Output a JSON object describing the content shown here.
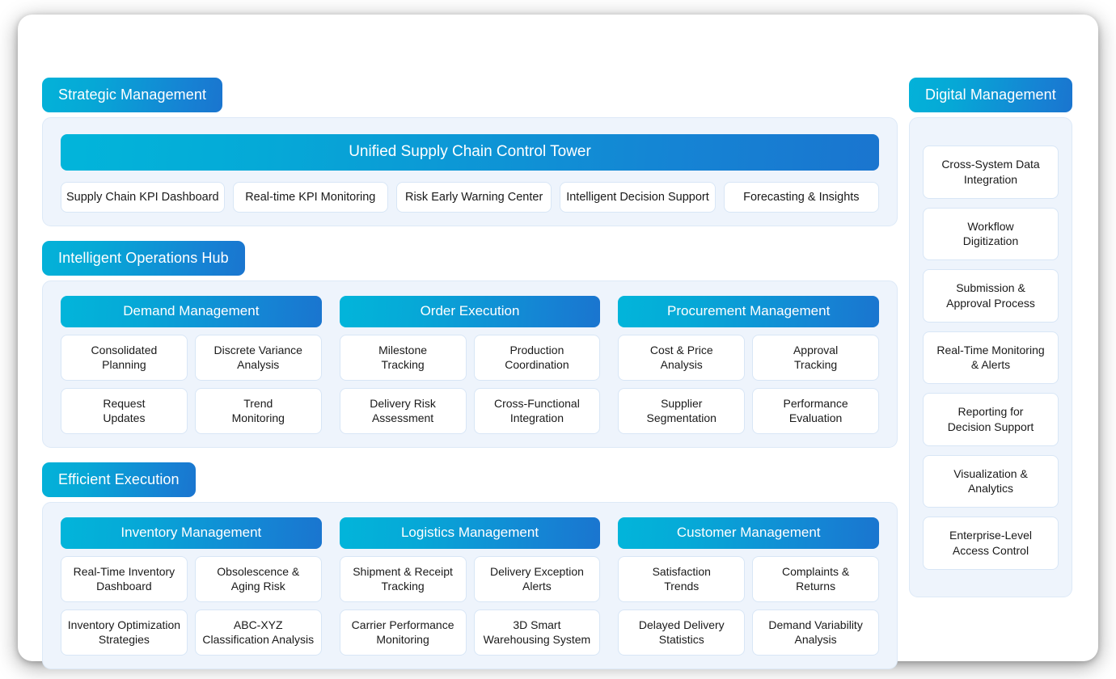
{
  "tiers": [
    {
      "title": "Strategic Management",
      "banner": "Unified Supply Chain Control Tower",
      "chips": [
        "Supply Chain KPI Dashboard",
        "Real-time KPI Monitoring",
        "Risk Early Warning Center",
        "Intelligent Decision Support",
        "Forecasting & Insights"
      ]
    },
    {
      "title": "Intelligent Operations Hub",
      "groups": [
        {
          "name": "Demand Management",
          "tiles": [
            "Consolidated\nPlanning",
            "Discrete Variance\nAnalysis",
            "Request\nUpdates",
            "Trend\nMonitoring"
          ]
        },
        {
          "name": "Order Execution",
          "tiles": [
            "Milestone\nTracking",
            "Production\nCoordination",
            "Delivery Risk\nAssessment",
            "Cross-Functional\nIntegration"
          ]
        },
        {
          "name": "Procurement Management",
          "tiles": [
            "Cost & Price\nAnalysis",
            "Approval\nTracking",
            "Supplier\nSegmentation",
            "Performance\nEvaluation"
          ]
        }
      ]
    },
    {
      "title": "Efficient Execution",
      "groups": [
        {
          "name": "Inventory Management",
          "tiles": [
            "Real-Time Inventory\nDashboard",
            "Obsolescence &\nAging Risk",
            "Inventory Optimization\nStrategies",
            "ABC-XYZ\nClassification Analysis"
          ]
        },
        {
          "name": "Logistics Management",
          "tiles": [
            "Shipment & Receipt\nTracking",
            "Delivery Exception\nAlerts",
            "Carrier Performance\nMonitoring",
            "3D Smart\nWarehousing System"
          ]
        },
        {
          "name": "Customer Management",
          "tiles": [
            "Satisfaction\nTrends",
            "Complaints &\nReturns",
            "Delayed Delivery\nStatistics",
            "Demand Variability\nAnalysis"
          ]
        }
      ]
    }
  ],
  "sidebar": {
    "title": "Digital Management",
    "items": [
      "Cross-System Data\nIntegration",
      "Workflow\nDigitization",
      "Submission &\nApproval Process",
      "Real-Time Monitoring\n& Alerts",
      "Reporting for\nDecision Support",
      "Visualization &\nAnalytics",
      "Enterprise-Level\nAccess Control"
    ]
  },
  "colors": {
    "gradient_start": "#02b5da",
    "gradient_end": "#1a75cf",
    "panel_bg": "#eef4fc",
    "panel_border": "#dde9f7",
    "tile_border": "#d8e6f6",
    "tile_bg": "#ffffff",
    "text": "#1a1a1a",
    "header_text": "#ffffff"
  }
}
